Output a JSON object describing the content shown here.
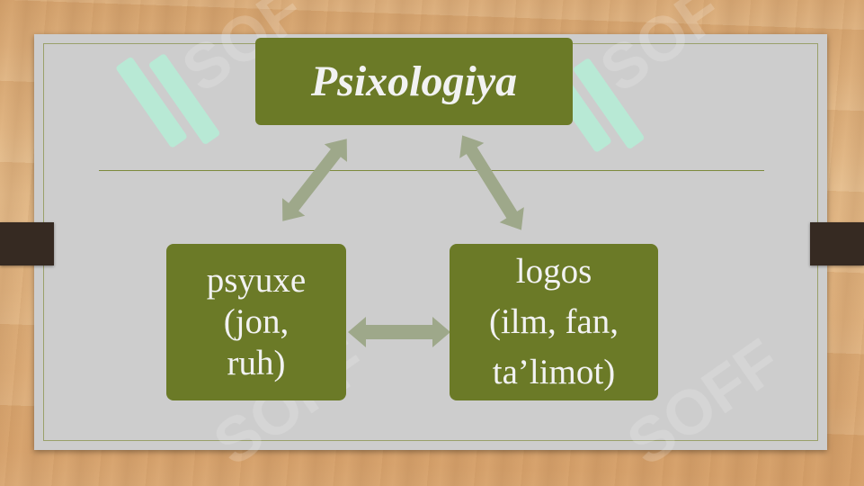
{
  "diagram": {
    "title": "Psixologiya",
    "left_node": {
      "lines": [
        "psyuxe",
        "(jon,",
        "ruh)"
      ]
    },
    "right_node": {
      "lines": [
        "logos",
        "(ilm, fan,",
        "ta’limot)"
      ]
    }
  },
  "colors": {
    "node_fill": "#6b7a27",
    "arrow": "#9ea88a",
    "board": "#cdcdcd",
    "clip": "#362a22"
  },
  "icons": [
    "double-arrow-icon",
    "watermark-logo"
  ]
}
